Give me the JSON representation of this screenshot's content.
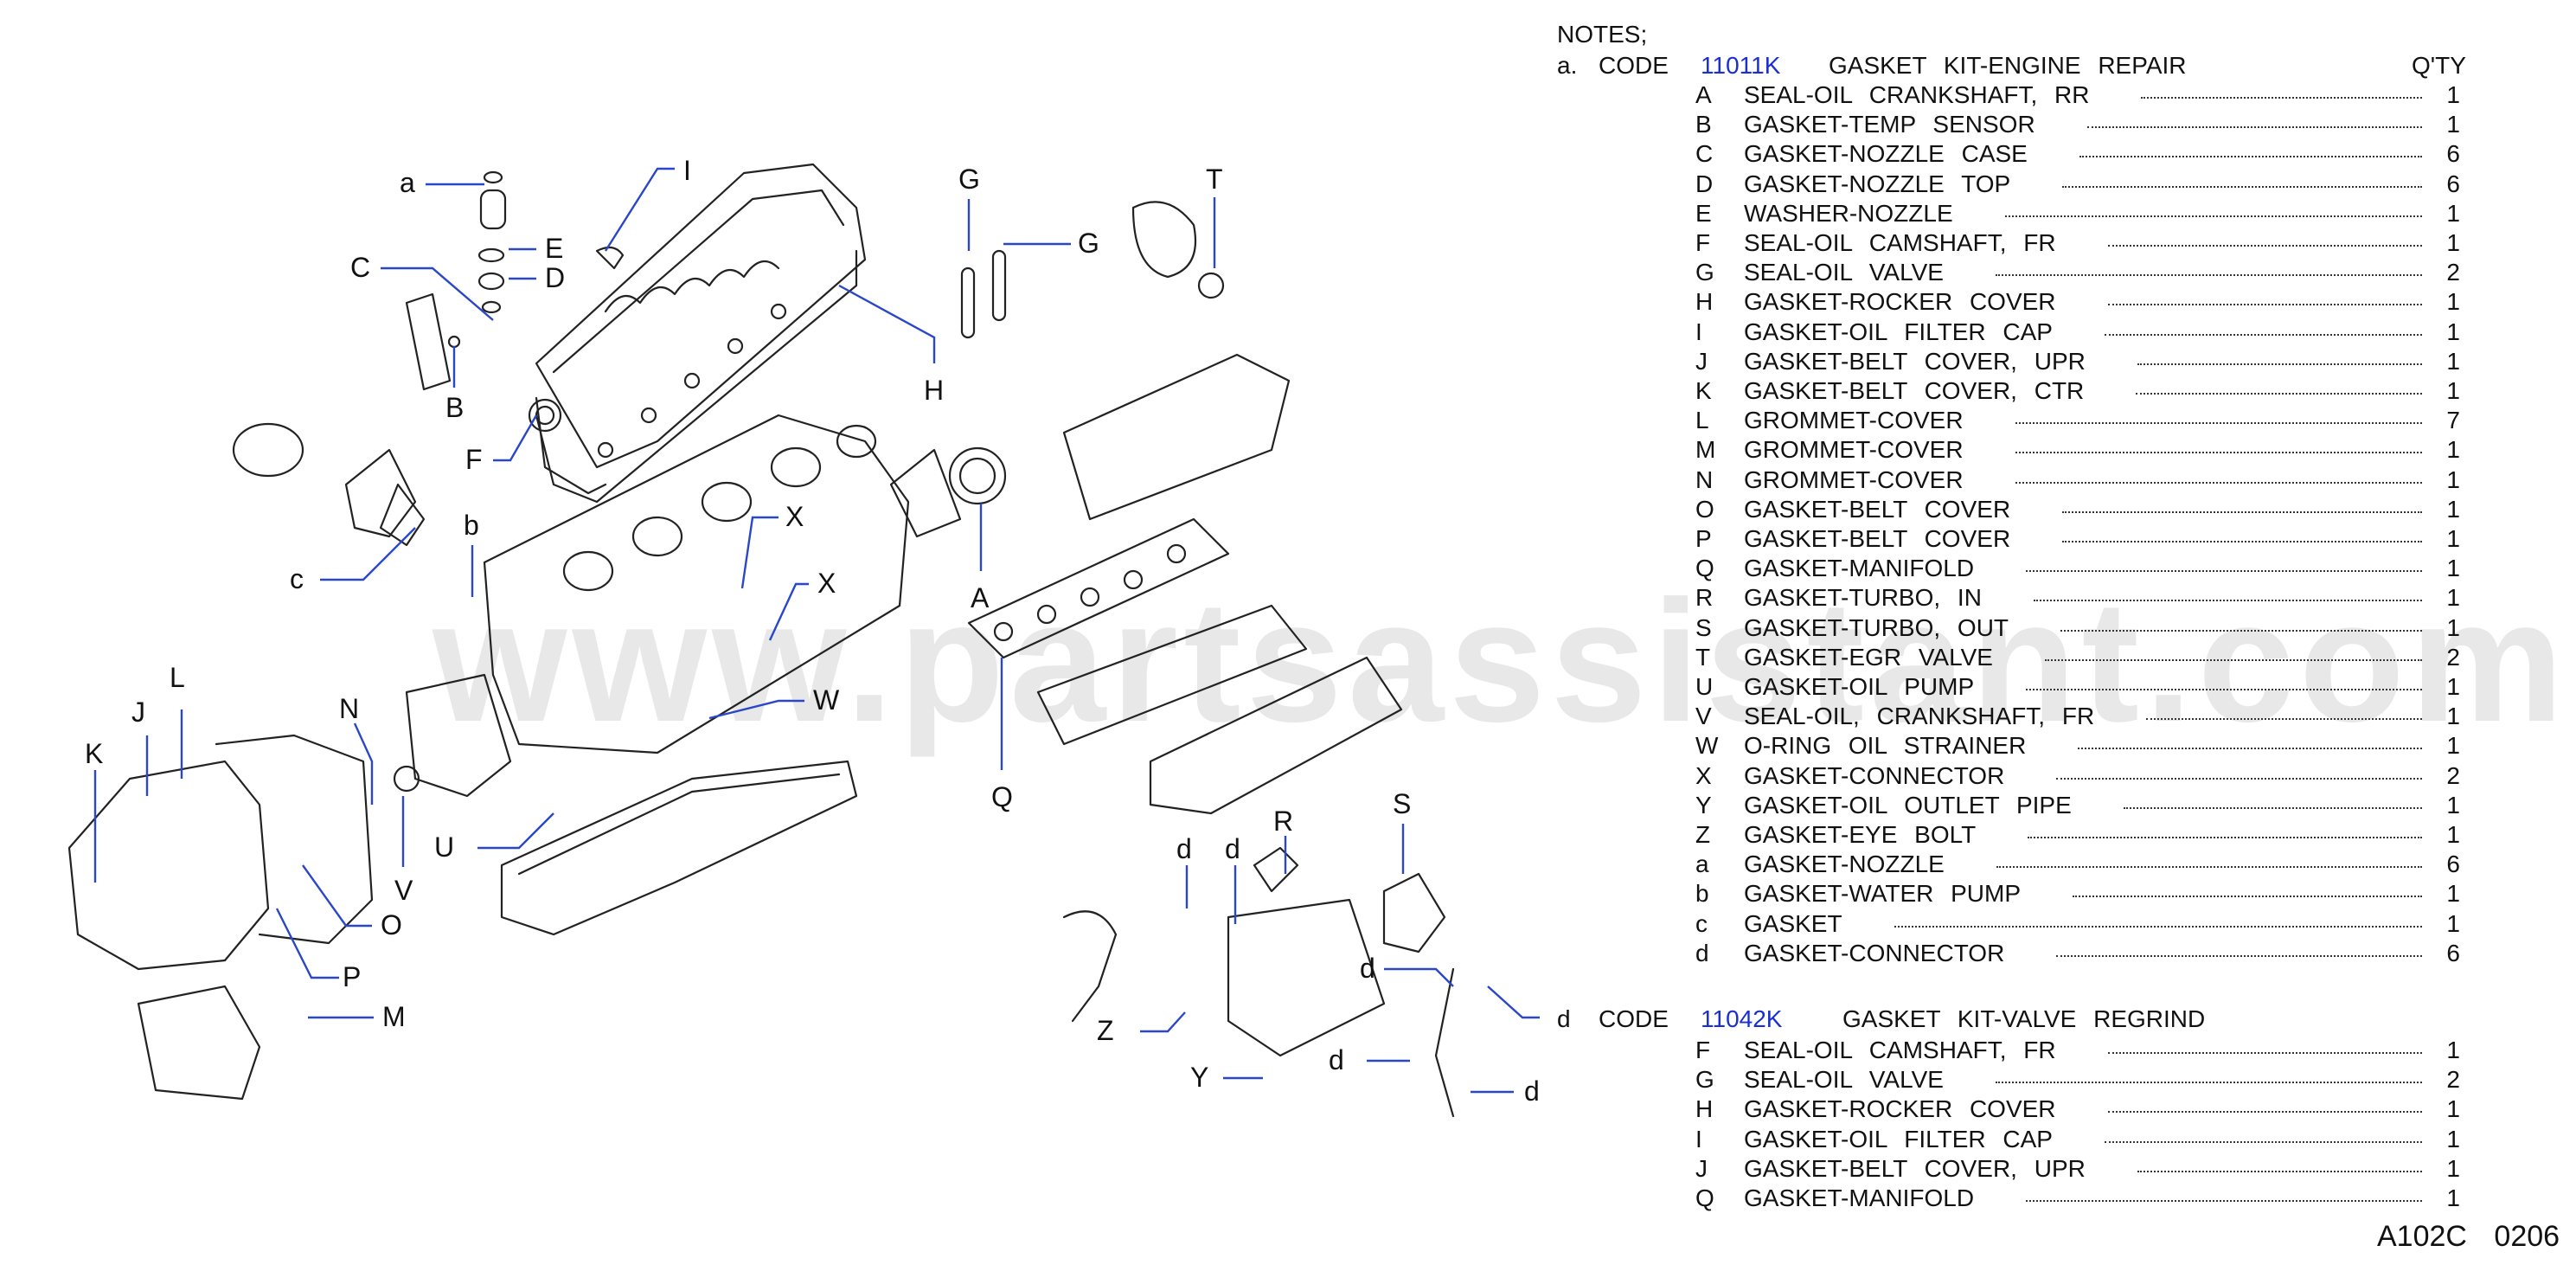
{
  "watermark": "www.partsassistant.com",
  "notes": {
    "title": "NOTES;",
    "kit_a": {
      "prefix": "a.",
      "code_label": "CODE",
      "code": "11011K",
      "name": "GASKET KIT-ENGINE REPAIR",
      "qty_header": "Q'TY",
      "items": [
        {
          "letter": "A",
          "desc": "SEAL-OIL CRANKSHAFT, RR",
          "qty": "1"
        },
        {
          "letter": "B",
          "desc": "GASKET-TEMP SENSOR",
          "qty": "1"
        },
        {
          "letter": "C",
          "desc": "GASKET-NOZZLE CASE",
          "qty": "6"
        },
        {
          "letter": "D",
          "desc": "GASKET-NOZZLE TOP",
          "qty": "6"
        },
        {
          "letter": "E",
          "desc": "WASHER-NOZZLE",
          "qty": "1"
        },
        {
          "letter": "F",
          "desc": "SEAL-OIL CAMSHAFT, FR",
          "qty": "1"
        },
        {
          "letter": "G",
          "desc": "SEAL-OIL VALVE",
          "qty": "2"
        },
        {
          "letter": "H",
          "desc": "GASKET-ROCKER COVER",
          "qty": "1"
        },
        {
          "letter": "I",
          "desc": "GASKET-OIL FILTER CAP",
          "qty": "1"
        },
        {
          "letter": "J",
          "desc": "GASKET-BELT COVER, UPR",
          "qty": "1"
        },
        {
          "letter": "K",
          "desc": "GASKET-BELT COVER, CTR",
          "qty": "1"
        },
        {
          "letter": "L",
          "desc": "GROMMET-COVER",
          "qty": "7"
        },
        {
          "letter": "M",
          "desc": "GROMMET-COVER",
          "qty": "1"
        },
        {
          "letter": "N",
          "desc": "GROMMET-COVER",
          "qty": "1"
        },
        {
          "letter": "O",
          "desc": "GASKET-BELT COVER",
          "qty": "1"
        },
        {
          "letter": "P",
          "desc": "GASKET-BELT COVER",
          "qty": "1"
        },
        {
          "letter": "Q",
          "desc": "GASKET-MANIFOLD",
          "qty": "1"
        },
        {
          "letter": "R",
          "desc": "GASKET-TURBO, IN",
          "qty": "1"
        },
        {
          "letter": "S",
          "desc": "GASKET-TURBO, OUT",
          "qty": "1"
        },
        {
          "letter": "T",
          "desc": "GASKET-EGR VALVE",
          "qty": "2"
        },
        {
          "letter": "U",
          "desc": "GASKET-OIL PUMP",
          "qty": "1"
        },
        {
          "letter": "V",
          "desc": "SEAL-OIL, CRANKSHAFT, FR",
          "qty": "1"
        },
        {
          "letter": "W",
          "desc": "O-RING OIL STRAINER",
          "qty": "1"
        },
        {
          "letter": "X",
          "desc": "GASKET-CONNECTOR",
          "qty": "2"
        },
        {
          "letter": "Y",
          "desc": "GASKET-OIL OUTLET PIPE",
          "qty": "1"
        },
        {
          "letter": "Z",
          "desc": "GASKET-EYE BOLT",
          "qty": "1"
        },
        {
          "letter": "a",
          "desc": "GASKET-NOZZLE",
          "qty": "6"
        },
        {
          "letter": "b",
          "desc": "GASKET-WATER PUMP",
          "qty": "1"
        },
        {
          "letter": "c",
          "desc": "GASKET",
          "qty": "1"
        },
        {
          "letter": "d",
          "desc": "GASKET-CONNECTOR",
          "qty": "6"
        }
      ]
    },
    "kit_d": {
      "prefix": "d",
      "code_label": "CODE",
      "code": "11042K",
      "name": "GASKET KIT-VALVE REGRIND",
      "items": [
        {
          "letter": "F",
          "desc": "SEAL-OIL CAMSHAFT, FR",
          "qty": "1"
        },
        {
          "letter": "G",
          "desc": "SEAL-OIL VALVE",
          "qty": "2"
        },
        {
          "letter": "H",
          "desc": "GASKET-ROCKER COVER",
          "qty": "1"
        },
        {
          "letter": "I",
          "desc": "GASKET-OIL FILTER CAP",
          "qty": "1"
        },
        {
          "letter": "J",
          "desc": "GASKET-BELT COVER, UPR",
          "qty": "1"
        },
        {
          "letter": "Q",
          "desc": "GASKET-MANIFOLD",
          "qty": "1"
        }
      ]
    }
  },
  "footer": {
    "code": "A102C",
    "date": "0206"
  },
  "callouts": {
    "a": "a",
    "I": "I",
    "C": "C",
    "E": "E",
    "D": "D",
    "B": "B",
    "F": "F",
    "c": "c",
    "b": "b",
    "G1": "G",
    "G2": "G",
    "T": "T",
    "H": "H",
    "X1": "X",
    "X2": "X",
    "A": "A",
    "W": "W",
    "Q": "Q",
    "L": "L",
    "J": "J",
    "K": "K",
    "N": "N",
    "V": "V",
    "U": "U",
    "O": "O",
    "P": "P",
    "M": "M",
    "R": "R",
    "S": "S",
    "d1": "d",
    "d2": "d",
    "d3": "d",
    "d4": "d",
    "d5": "d",
    "d6": "d",
    "Z": "Z",
    "Y": "Y"
  }
}
